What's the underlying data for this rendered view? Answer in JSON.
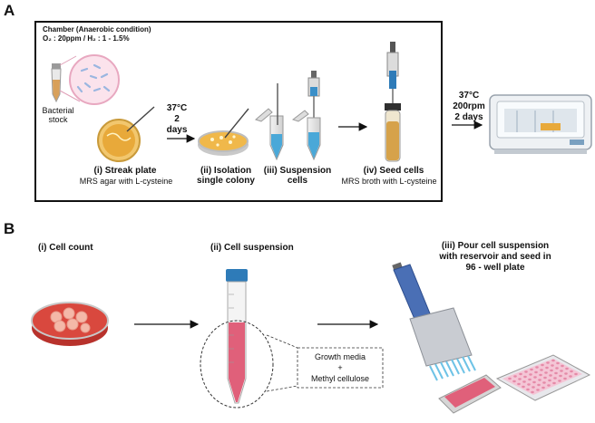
{
  "panel_a": {
    "letter": "A",
    "chamber_title": "Chamber (Anaerobic condition)",
    "chamber_gas": "O₂ : 20ppm / H₂ : 1 - 1.5%",
    "bacterial_stock": [
      "Bacterial",
      "stock"
    ],
    "step1_title": "(i) Streak plate",
    "step1_sub": "MRS agar with L-cysteine",
    "incubate1": [
      "37°C",
      "2",
      "days"
    ],
    "step2_title": [
      "(ii) Isolation",
      "single colony"
    ],
    "step3_title": [
      "(iii)  Suspension",
      "cells"
    ],
    "step4_title": "(iv) Seed cells",
    "step4_sub": "MRS broth with L-cysteine",
    "incubate2": [
      "37°C",
      "200rpm",
      "2 days"
    ]
  },
  "panel_b": {
    "letter": "B",
    "step1_title": "(i) Cell count",
    "step2_title": "(ii)  Cell  suspension",
    "step3_title": [
      "(iii) Pour cell suspension",
      "with reservoir and seed in",
      "96 - well plate"
    ],
    "box_line1": "Growth media",
    "box_line2": "+",
    "box_line3": "Methyl cellulose"
  },
  "colors": {
    "agar": "#e8a93a",
    "blue_liquid": "#4aa8d8",
    "pink_media": "#e0607a",
    "petri_red": "#d9483e",
    "tube_cap": "#2e7bb8"
  }
}
